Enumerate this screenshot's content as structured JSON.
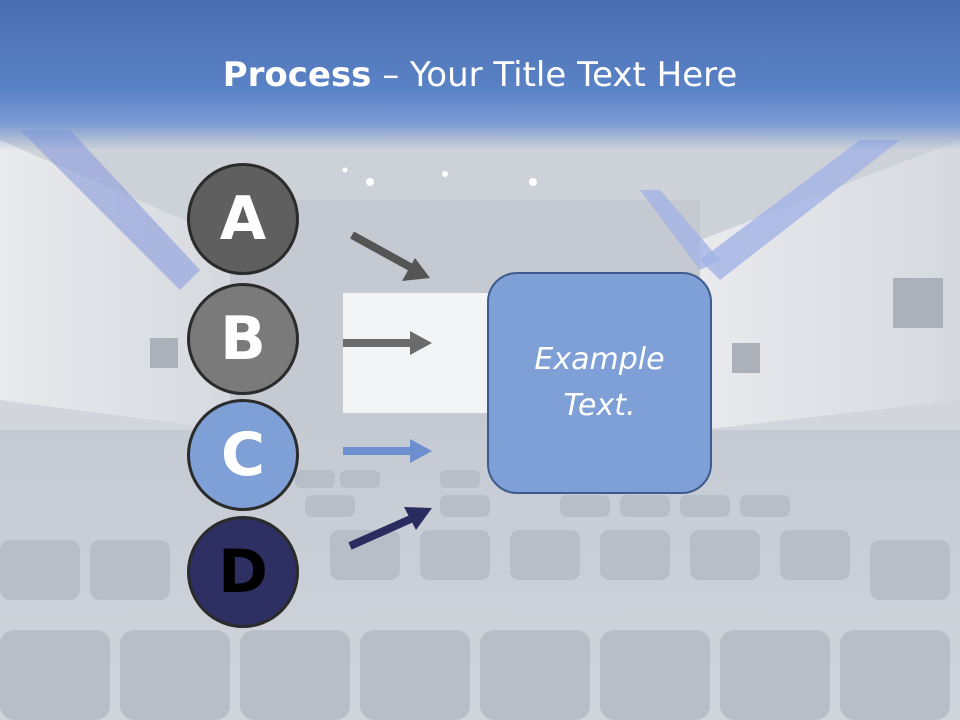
{
  "title": {
    "bold": "Process",
    "rest": " – Your Title Text Here"
  },
  "steps": [
    {
      "letter": "A",
      "fill": "#5f5f5f",
      "text_color": "#ffffff",
      "arrow_color": "#555555"
    },
    {
      "letter": "B",
      "fill": "#7a7a7a",
      "text_color": "#ffffff",
      "arrow_color": "#6b6b6b"
    },
    {
      "letter": "C",
      "fill": "#7fa0d6",
      "text_color": "#ffffff",
      "arrow_color": "#6d8fd0"
    },
    {
      "letter": "D",
      "fill": "#2e2f63",
      "text_color": "#000000",
      "arrow_color": "#2a2c60"
    }
  ],
  "result": {
    "text": "Example Text.",
    "fill": "#7fa0d6"
  },
  "colors": {
    "header": "#5a82c6",
    "background": "#c9ced8"
  }
}
